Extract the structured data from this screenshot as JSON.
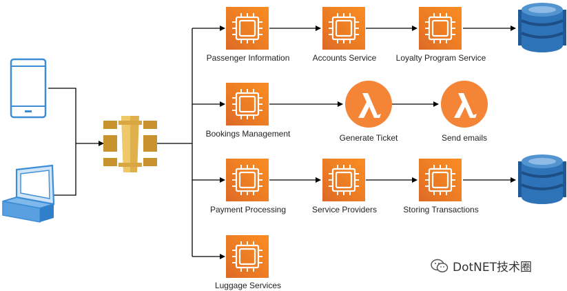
{
  "nodes": {
    "passenger_information": "Passenger Information",
    "accounts_service": "Accounts Service",
    "loyalty_program_service": "Loyalty Program Service",
    "bookings_management": "Bookings Management",
    "generate_ticket": "Generate Ticket",
    "send_emails": "Send emails",
    "payment_processing": "Payment Processing",
    "service_providers": "Service Providers",
    "storing_transactions": "Storing Transactions",
    "luggage_services": "Luggage Services"
  },
  "watermark": "DotNET技术圈",
  "colors": {
    "ec2_orange": "#F58536",
    "ec2_orange_dark": "#D86613",
    "lambda_orange": "#F58536",
    "api_gateway_gold": "#D9A741",
    "dynamodb_blue": "#2E73B8",
    "client_blue": "#3C8DD6",
    "line": "#000000"
  },
  "icons": [
    "mobile-phone-icon",
    "laptop-icon",
    "api-gateway-icon",
    "ec2-instance-icon",
    "lambda-icon",
    "dynamodb-icon"
  ]
}
